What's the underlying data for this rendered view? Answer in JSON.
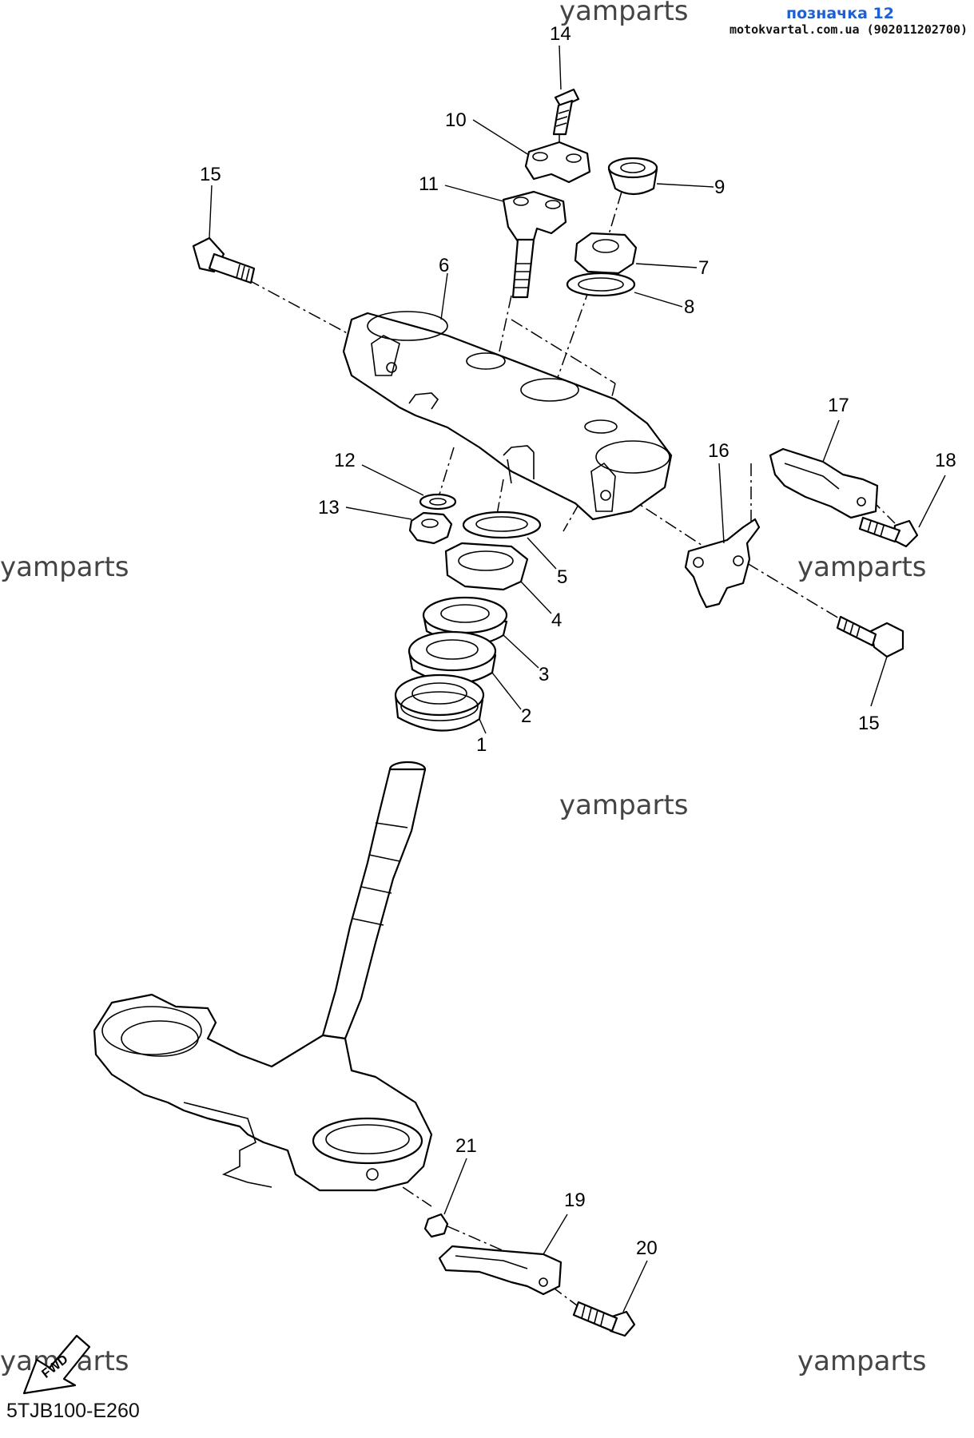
{
  "header": {
    "title": "позначка 12",
    "subtitle": "motokvartal.com.ua (902011202700)"
  },
  "watermarks": [
    "yamparts",
    "yamparts",
    "yamparts",
    "yamparts",
    "yamparts",
    "yamparts"
  ],
  "diagram_code": "5TJB100-E260",
  "fwd_label": "FWD",
  "callouts": {
    "c1": "1",
    "c2": "2",
    "c3": "3",
    "c4": "4",
    "c5": "5",
    "c6": "6",
    "c7": "7",
    "c8": "8",
    "c9": "9",
    "c10": "10",
    "c11": "11",
    "c12": "12",
    "c13": "13",
    "c14": "14",
    "c15a": "15",
    "c15b": "15",
    "c16": "16",
    "c17": "17",
    "c18": "18",
    "c19": "19",
    "c20": "20",
    "c21": "21"
  },
  "colors": {
    "header_link": "#1d5fd6",
    "line": "#000000"
  }
}
